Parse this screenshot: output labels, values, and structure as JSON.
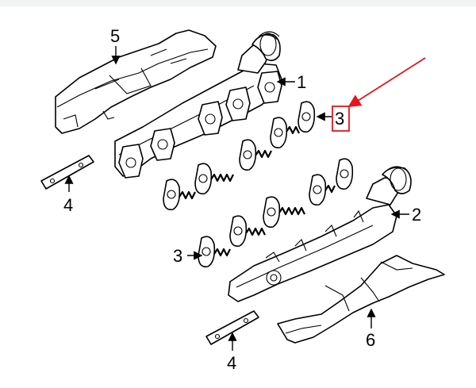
{
  "callouts": {
    "c5": "5",
    "c1": "1",
    "c3_top": "3",
    "c4_top": "4",
    "c2": "2",
    "c3_bottom": "3",
    "c6": "6",
    "c4_bottom": "4"
  },
  "colors": {
    "highlight": "#e8141c",
    "line": "#000000",
    "background": "#ffffff"
  }
}
